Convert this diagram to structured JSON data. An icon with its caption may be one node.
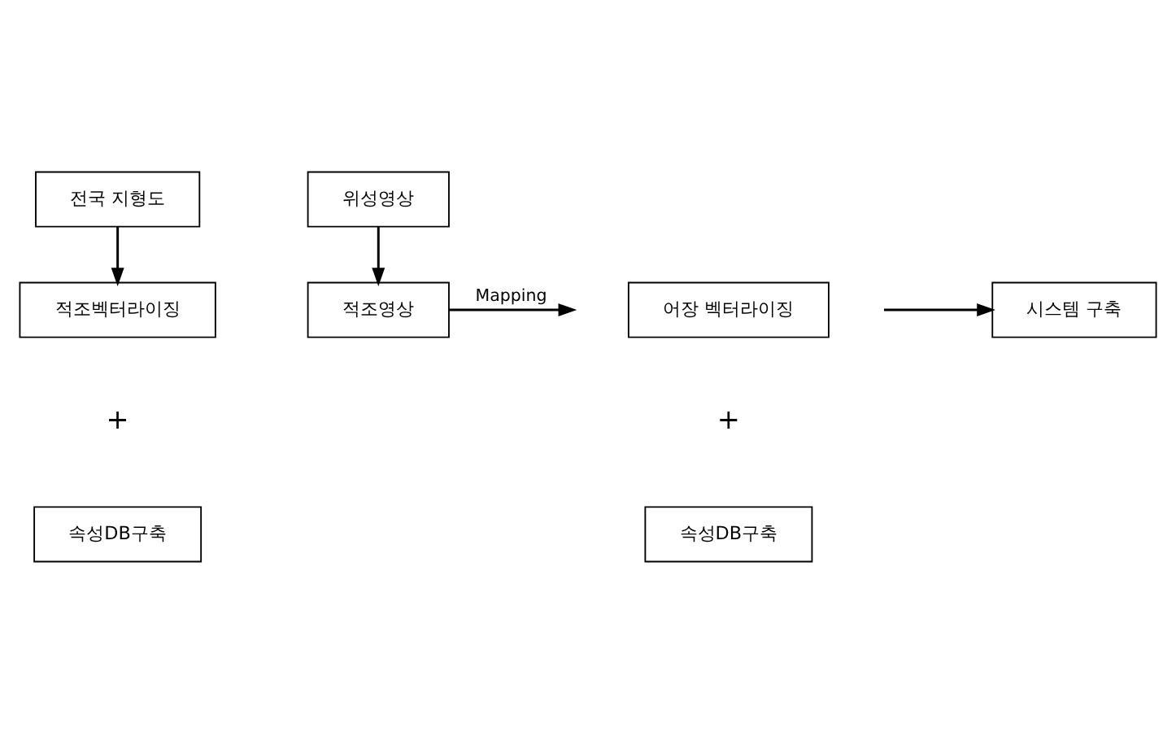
{
  "diagram": {
    "nodes": [
      {
        "text": [
          "전국 지형도"
        ]
      },
      {
        "text": [
          "위성영상"
        ]
      },
      {
        "text": [
          "적조영상"
        ]
      },
      {
        "text": [
          "적조벡터라이징"
        ]
      },
      {
        "text": [
          "어장 벡터라이징"
        ]
      },
      {
        "text": [
          "속성DB구축"
        ]
      },
      {
        "text": [
          "속성DB구축"
        ]
      },
      {
        "text": [
          "시스템 구축"
        ]
      }
    ],
    "edges": [
      {
        "from": 1,
        "to": 2,
        "arrow": "to"
      },
      {
        "from": 2,
        "to": null,
        "arrow": "to",
        "label": "Mapping"
      },
      {
        "from": 0,
        "to": 3,
        "arrow": "to"
      },
      {
        "from": null,
        "to": 7,
        "arrow": "to"
      }
    ],
    "labels": [
      "+",
      "+"
    ]
  }
}
